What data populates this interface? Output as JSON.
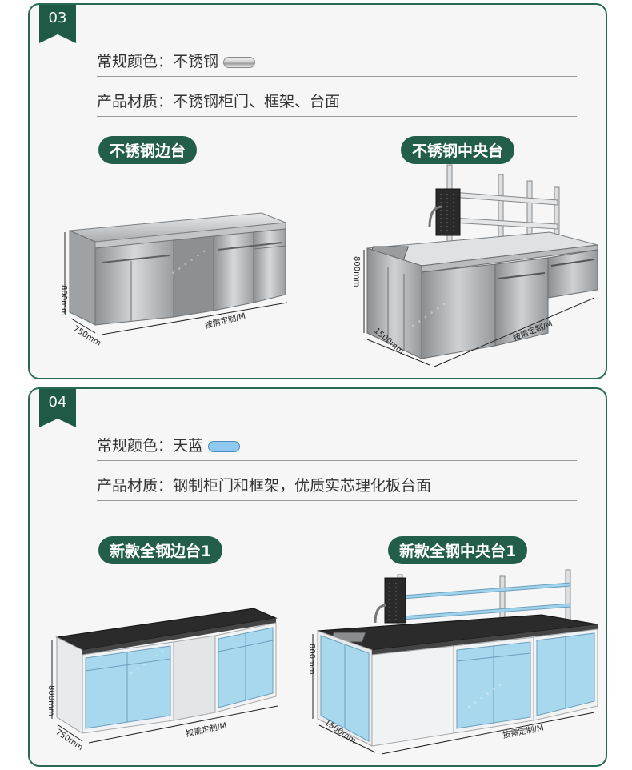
{
  "sections": [
    {
      "number": "03",
      "color_label": "常规颜色：不锈钢",
      "color_swatch": "#c8c8c8",
      "material_label": "产品材质：不锈钢柜门、框架、台面",
      "products": [
        {
          "label": "不锈钢边台",
          "dims": {
            "height": "800mm",
            "depth": "750mm",
            "length": "按需定制/M"
          }
        },
        {
          "label": "不锈钢中央台",
          "dims": {
            "height": "800mm",
            "depth": "1500mm",
            "length": "按需定制/M"
          }
        }
      ]
    },
    {
      "number": "04",
      "color_label": "常规颜色：天蓝",
      "color_swatch": "#8fc9f0",
      "material_label": "产品材质：钢制柜门和框架，优质实芯理化板台面",
      "products": [
        {
          "label": "新款全钢边台1",
          "dims": {
            "height": "800mm",
            "depth": "750mm",
            "length": "按需定制/M"
          }
        },
        {
          "label": "新款全钢中央台1",
          "dims": {
            "height": "800mm",
            "depth": "1500mm",
            "length": "按需定制/M"
          }
        }
      ]
    }
  ],
  "colors": {
    "brand_green": "#235e4b",
    "border_green": "#2a6a55",
    "steel": "#b9bcbf",
    "sky_blue": "#9fd3ec",
    "top_black": "#2b2b2b"
  }
}
